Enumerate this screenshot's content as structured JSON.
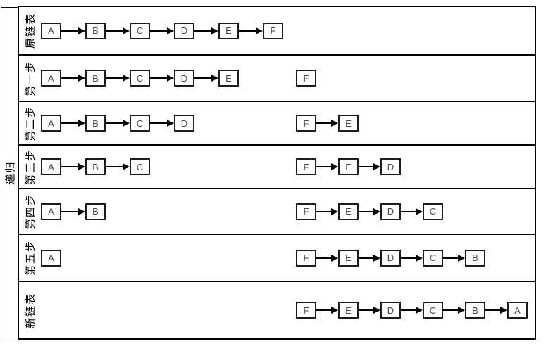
{
  "side_label": "递归",
  "rows": [
    {
      "label": "原链表",
      "left": [
        "A",
        "B",
        "C",
        "D",
        "E",
        "F"
      ],
      "right": []
    },
    {
      "label": "第一步",
      "left": [
        "A",
        "B",
        "C",
        "D",
        "E"
      ],
      "right": [
        "F"
      ]
    },
    {
      "label": "第二步",
      "left": [
        "A",
        "B",
        "C",
        "D"
      ],
      "right": [
        "F",
        "E"
      ]
    },
    {
      "label": "第三步",
      "left": [
        "A",
        "B",
        "C"
      ],
      "right": [
        "F",
        "E",
        "D"
      ]
    },
    {
      "label": "第四步",
      "left": [
        "A",
        "B"
      ],
      "right": [
        "F",
        "E",
        "D",
        "C"
      ]
    },
    {
      "label": "第五步",
      "left": [
        "A"
      ],
      "right": [
        "F",
        "E",
        "D",
        "C",
        "B"
      ]
    },
    {
      "label": "新链表",
      "left": [],
      "right": [
        "F",
        "E",
        "D",
        "C",
        "B",
        "A"
      ]
    }
  ],
  "connector": "arrow-right",
  "colors": {
    "background": "#ffffff",
    "table_border": "#000000",
    "node_border": "#1c1c1c",
    "node_text": "#4a4a4a",
    "label_text": "#000000"
  }
}
